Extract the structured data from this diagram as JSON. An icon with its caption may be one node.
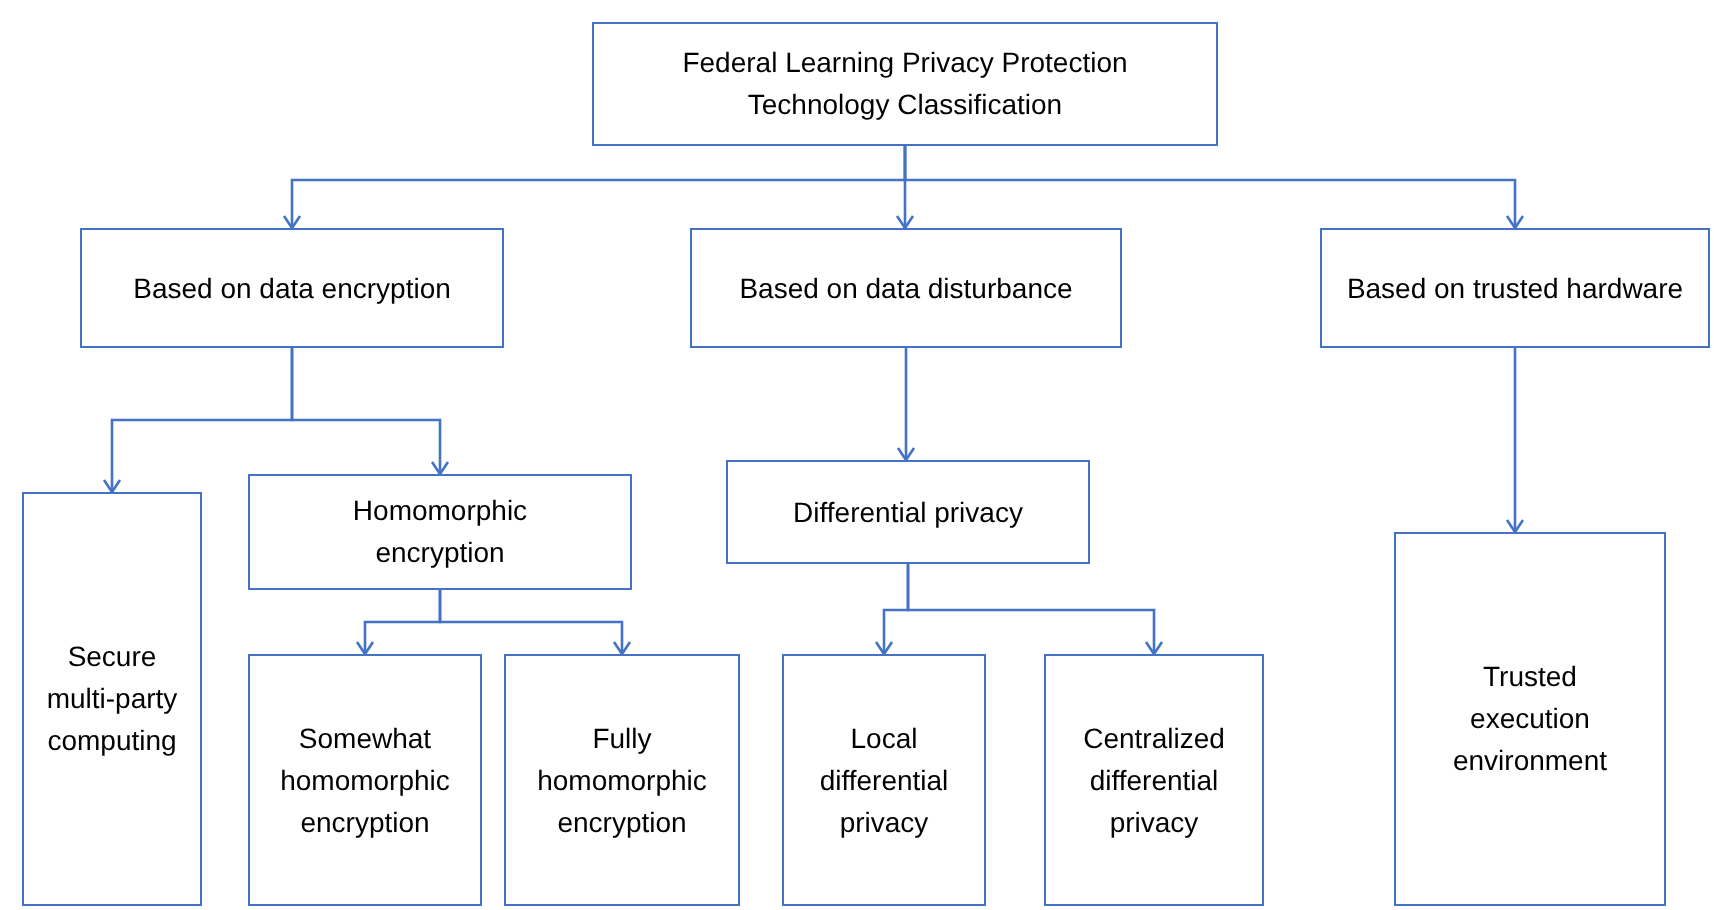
{
  "diagram": {
    "nodes": [
      {
        "text": [
          "Federal Learning Privacy Protection Technology Classification"
        ]
      },
      {
        "text": [
          "Based on data encryption"
        ]
      },
      {
        "text": [
          "Based on data disturbance"
        ]
      },
      {
        "text": [
          "Based on trusted hardware"
        ]
      },
      {
        "text": [
          "Secure multi-party computing"
        ]
      },
      {
        "text": [
          "Homomorphic encryption"
        ]
      },
      {
        "text": [
          "Somewhat homomorphic encryption"
        ]
      },
      {
        "text": [
          "Fully homomorphic encryption"
        ]
      },
      {
        "text": [
          "Differential privacy"
        ]
      },
      {
        "text": [
          "Local differential privacy"
        ]
      },
      {
        "text": [
          "Centralized differential privacy"
        ]
      },
      {
        "text": [
          "Trusted execution environment"
        ]
      }
    ],
    "edges": [
      {
        "from": 0,
        "to": 1,
        "arrow": "to"
      },
      {
        "from": 0,
        "to": 2,
        "arrow": "to"
      },
      {
        "from": 0,
        "to": 3,
        "arrow": "to"
      },
      {
        "from": 1,
        "to": 4,
        "arrow": "to"
      },
      {
        "from": 1,
        "to": 5,
        "arrow": "to"
      },
      {
        "from": 2,
        "to": 8,
        "arrow": "to"
      },
      {
        "from": 3,
        "to": 11,
        "arrow": "to"
      },
      {
        "from": 5,
        "to": 6,
        "arrow": "to"
      },
      {
        "from": 5,
        "to": 7,
        "arrow": "to"
      },
      {
        "from": 8,
        "to": 9,
        "arrow": "to"
      },
      {
        "from": 8,
        "to": 10,
        "arrow": "to"
      }
    ]
  }
}
